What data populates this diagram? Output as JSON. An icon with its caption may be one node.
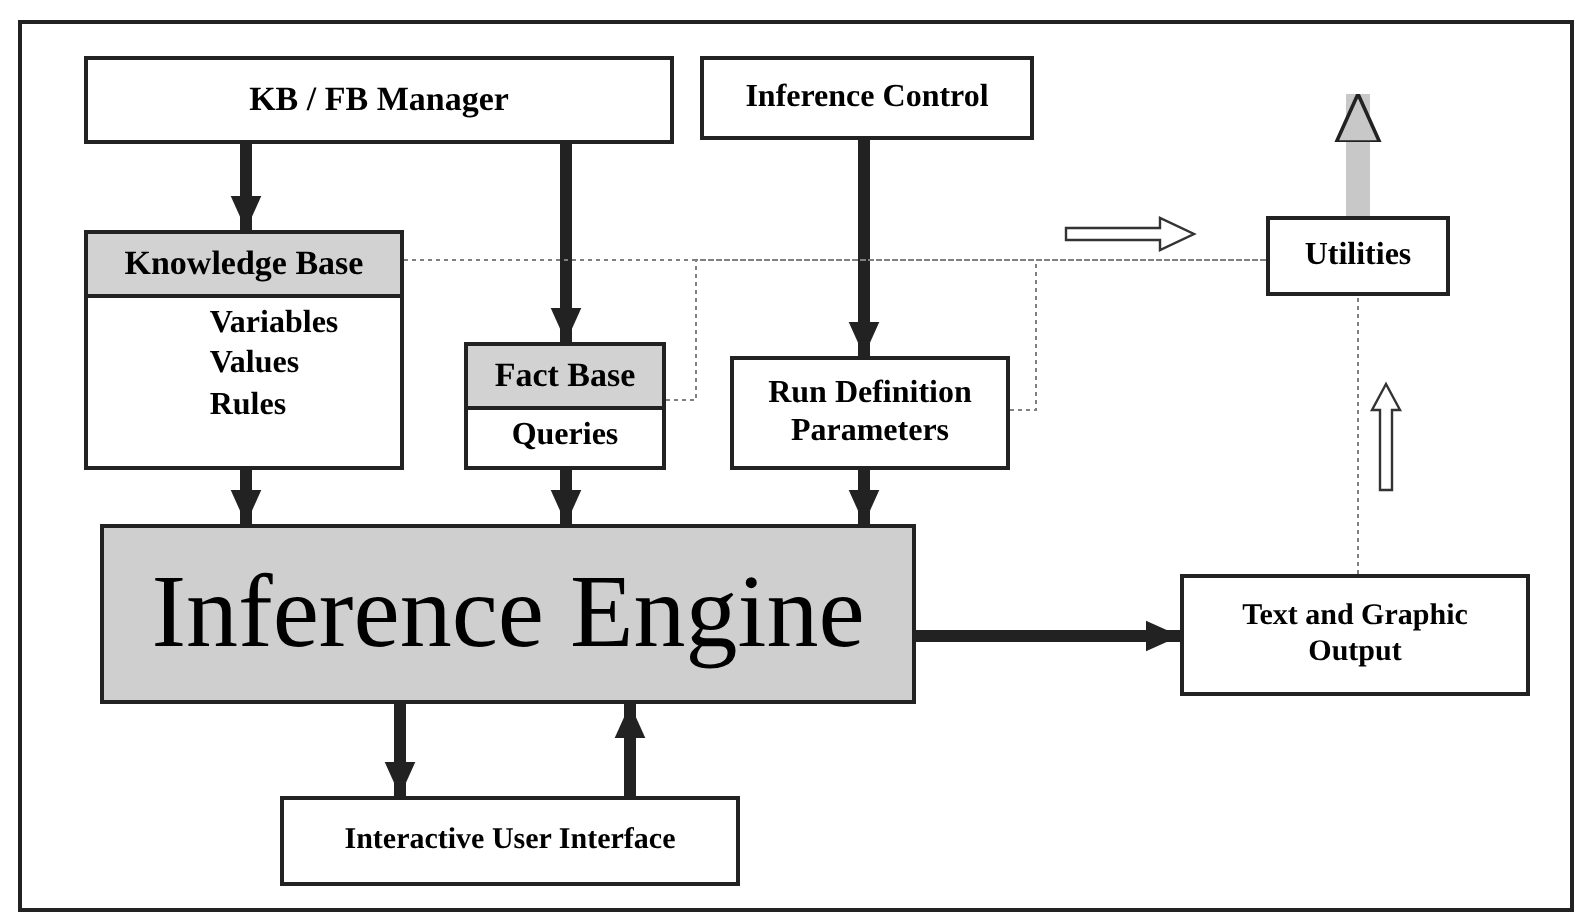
{
  "diagram": {
    "nodes": [
      {
        "text": [
          "KB / FB Manager"
        ]
      },
      {
        "text": [
          "Inference Control"
        ]
      },
      {
        "text": [
          "Utilities"
        ]
      },
      {
        "text": [
          "Knowledge Base",
          "Variables",
          "Values",
          "Rules"
        ]
      },
      {
        "text": [
          "Fact Base",
          "Queries"
        ]
      },
      {
        "text": [
          "Run Definition Parameters"
        ]
      },
      {
        "text": [
          "Inference Engine"
        ]
      },
      {
        "text": [
          "Text and Graphic Output"
        ]
      },
      {
        "text": [
          "Interactive User Interface"
        ]
      }
    ],
    "edges": [
      {
        "from": 0,
        "to": 3,
        "arrow": "to"
      },
      {
        "from": 0,
        "to": 4,
        "arrow": "to"
      },
      {
        "from": 1,
        "to": 5,
        "arrow": "to"
      },
      {
        "from": 3,
        "to": 6,
        "arrow": "to"
      },
      {
        "from": 4,
        "to": 6,
        "arrow": "to"
      },
      {
        "from": 5,
        "to": 6,
        "arrow": "to"
      },
      {
        "from": 6,
        "to": 7,
        "arrow": "to"
      },
      {
        "from": 6,
        "to": 8,
        "arrow": "to"
      },
      {
        "from": 8,
        "to": 6,
        "arrow": "to"
      },
      {
        "from": 3,
        "to": 2,
        "arrow": "none",
        "style": "dashed",
        "color": "#808080"
      },
      {
        "from": 4,
        "to": 2,
        "arrow": "none",
        "style": "dashed",
        "color": "#808080"
      },
      {
        "from": 5,
        "to": 2,
        "arrow": "none",
        "style": "dashed",
        "color": "#808080"
      },
      {
        "from": 7,
        "to": 2,
        "arrow": "none",
        "style": "dashed",
        "color": "#808080"
      },
      {
        "from": 2,
        "to": null,
        "arrow": "to",
        "style": "thick",
        "color": "#c8c8c8"
      }
    ]
  }
}
